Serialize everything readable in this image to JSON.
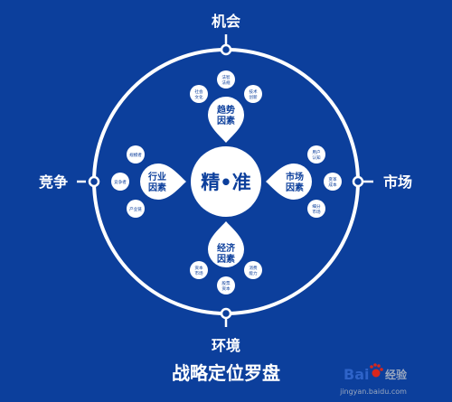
{
  "directions": {
    "top": "机会",
    "bottom": "环境",
    "left": "竞争",
    "right": "市场"
  },
  "center": "精•准",
  "factors": {
    "top": {
      "line1": "趋势",
      "line2": "因素",
      "subs": [
        [
          "社会",
          "文化"
        ],
        [
          "法智",
          "法规"
        ],
        [
          "技术",
          "创新"
        ]
      ]
    },
    "bottom": {
      "line1": "经济",
      "line2": "因素",
      "subs": [
        [
          "资本",
          "市场"
        ],
        [
          "股票",
          "资本"
        ],
        [
          "消费",
          "能力"
        ]
      ]
    },
    "left": {
      "line1": "行业",
      "line2": "因素",
      "subs": [
        [
          "规模者"
        ],
        [
          "竞争者"
        ],
        [
          "产业链"
        ]
      ]
    },
    "right": {
      "line1": "市场",
      "line2": "因素",
      "subs": [
        [
          "用户",
          "认知"
        ],
        [
          "变革",
          "成本"
        ],
        [
          "细分",
          "市场"
        ]
      ]
    }
  },
  "title": "战略定位罗盘",
  "watermark": {
    "brand_left": "Bai",
    "brand_right": "经验",
    "url": "jingyan.baidu.com"
  }
}
